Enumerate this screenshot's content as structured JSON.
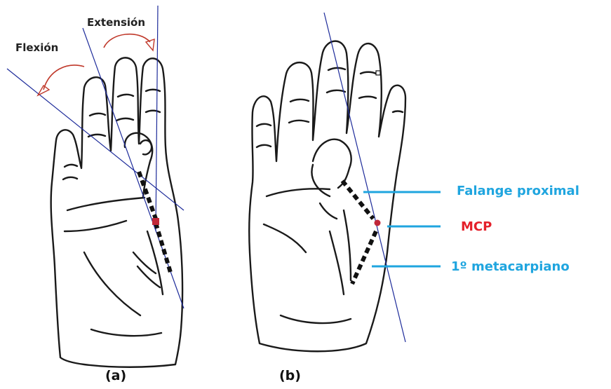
{
  "labels": {
    "flexion": "Flexión",
    "extension": "Extensión",
    "falange_proximal": "Falange proximal",
    "mcp": "MCP",
    "metacarpiano": "1º metacarpiano"
  },
  "captions": {
    "a": "(a)",
    "b": "(b)"
  },
  "colors": {
    "ink": "#1a1a1a",
    "axis_line": "#1d2b9a",
    "arrow": "#c0392b",
    "joint": "#c0283a",
    "annotation_blue": "#1fa5df",
    "annotation_red": "#e4202a"
  }
}
